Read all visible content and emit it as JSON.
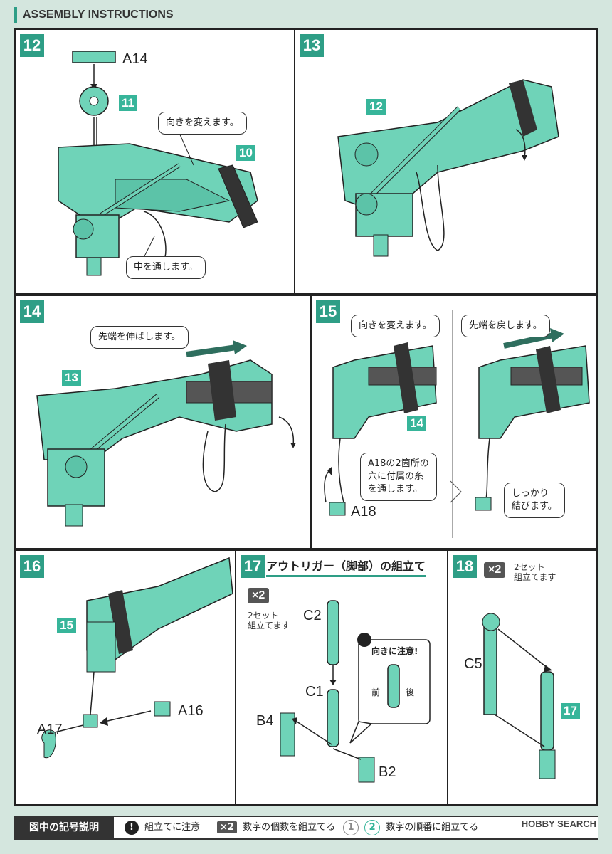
{
  "header": {
    "title": "ASSEMBLY INSTRUCTIONS"
  },
  "steps": {
    "s12": {
      "number": "12",
      "parts": [
        "A14",
        "11",
        "10"
      ],
      "callouts": [
        "向きを変えます。",
        "中を通します。"
      ]
    },
    "s13": {
      "number": "13",
      "parts": [
        "12"
      ]
    },
    "s14": {
      "number": "14",
      "parts": [
        "13"
      ],
      "callouts": [
        "先端を伸ばします。"
      ]
    },
    "s15": {
      "number": "15",
      "parts": [
        "14",
        "A18"
      ],
      "callouts": [
        "向きを変えます。",
        "先端を戻します。",
        "A18の2箇所の\n穴に付属の糸\nを通します。",
        "しっかり\n結びます。"
      ]
    },
    "s16": {
      "number": "16",
      "parts": [
        "15",
        "A16",
        "A17"
      ]
    },
    "s17": {
      "number": "17",
      "title": "アウトリガー（脚部）の組立て",
      "multiplier": "×2",
      "set_note": "2セット\n組立てます",
      "parts": [
        "C2",
        "C1",
        "B4",
        "B2"
      ],
      "caution_title": "向きに注意!",
      "front": "前",
      "back": "後"
    },
    "s18": {
      "number": "18",
      "multiplier": "×2",
      "set_note": "2セット\n組立てます",
      "parts": [
        "C5",
        "17"
      ]
    }
  },
  "legend": {
    "title": "図中の記号説明",
    "caution_symbol": "!",
    "caution_text": "組立てに注意",
    "multiplier_symbol": "×2",
    "multiplier_text": "数字の個数を組立てる",
    "order_1": "1",
    "order_2": "2",
    "order_text": "数字の順番に組立てる"
  },
  "watermark": "HOBBY SEARCH",
  "colors": {
    "accent": "#2e9e86",
    "part": "#6fd3b8",
    "part_dark": "#3a8f7b",
    "background": "#d4e6de"
  }
}
